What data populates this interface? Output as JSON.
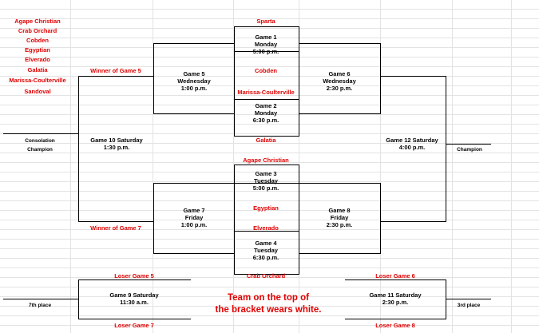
{
  "teams_list": [
    "Agape Christian",
    "Crab Orchard",
    "Cobden",
    "Egyptian",
    "Elverado",
    "Galatia",
    "Marissa-Coulterville",
    "Sandoval"
  ],
  "labels": {
    "sparta": "Sparta",
    "cobden": "Cobden",
    "marissa": "Marissa-Coulterville",
    "galatia": "Galatia",
    "agape": "Agape Christian",
    "egyptian": "Egyptian",
    "elverado": "Elverado",
    "crab_orchard": "Crab Orchard",
    "winner_game5": "Winner of Game 5",
    "winner_game7": "Winner of Game 7",
    "loser_game5": "Loser Game 5",
    "loser_game7": "Loser Game 7",
    "loser_game6": "Loser Game 6",
    "loser_game8": "Loser Game 8",
    "consolation": "Consolation",
    "consolation_champion": "Champion",
    "champion": "Champion",
    "seventh_place": "7th place",
    "third_place": "3rd place"
  },
  "games": {
    "g1": [
      "Game 1",
      "Monday",
      "5:00 p.m."
    ],
    "g2": [
      "Game 2",
      "Monday",
      "6:30 p.m."
    ],
    "g3": [
      "Game 3",
      "Tuesday",
      "5:00 p.m."
    ],
    "g4": [
      "Game 4",
      "Tuesday",
      "6:30 p.m."
    ],
    "g5": [
      "Game 5",
      "Wednesday",
      "1:00 p.m."
    ],
    "g6": [
      "Game 6",
      "Wednesday",
      "2:30 p.m."
    ],
    "g7": [
      "Game 7",
      "Friday",
      "1:00 p.m."
    ],
    "g8": [
      "Game 8",
      "Friday",
      "2:30 p.m."
    ],
    "g9": [
      "Game 9 Saturday",
      "11:30 a.m."
    ],
    "g10": [
      "Game 10  Saturday",
      "1:30 p.m."
    ],
    "g11": [
      "Game 11  Saturday",
      "2:30 p.m."
    ],
    "g12": [
      "Game 12 Saturday",
      "4:00 p.m."
    ]
  },
  "note": [
    "Team on the top of",
    "the bracket wears white."
  ]
}
